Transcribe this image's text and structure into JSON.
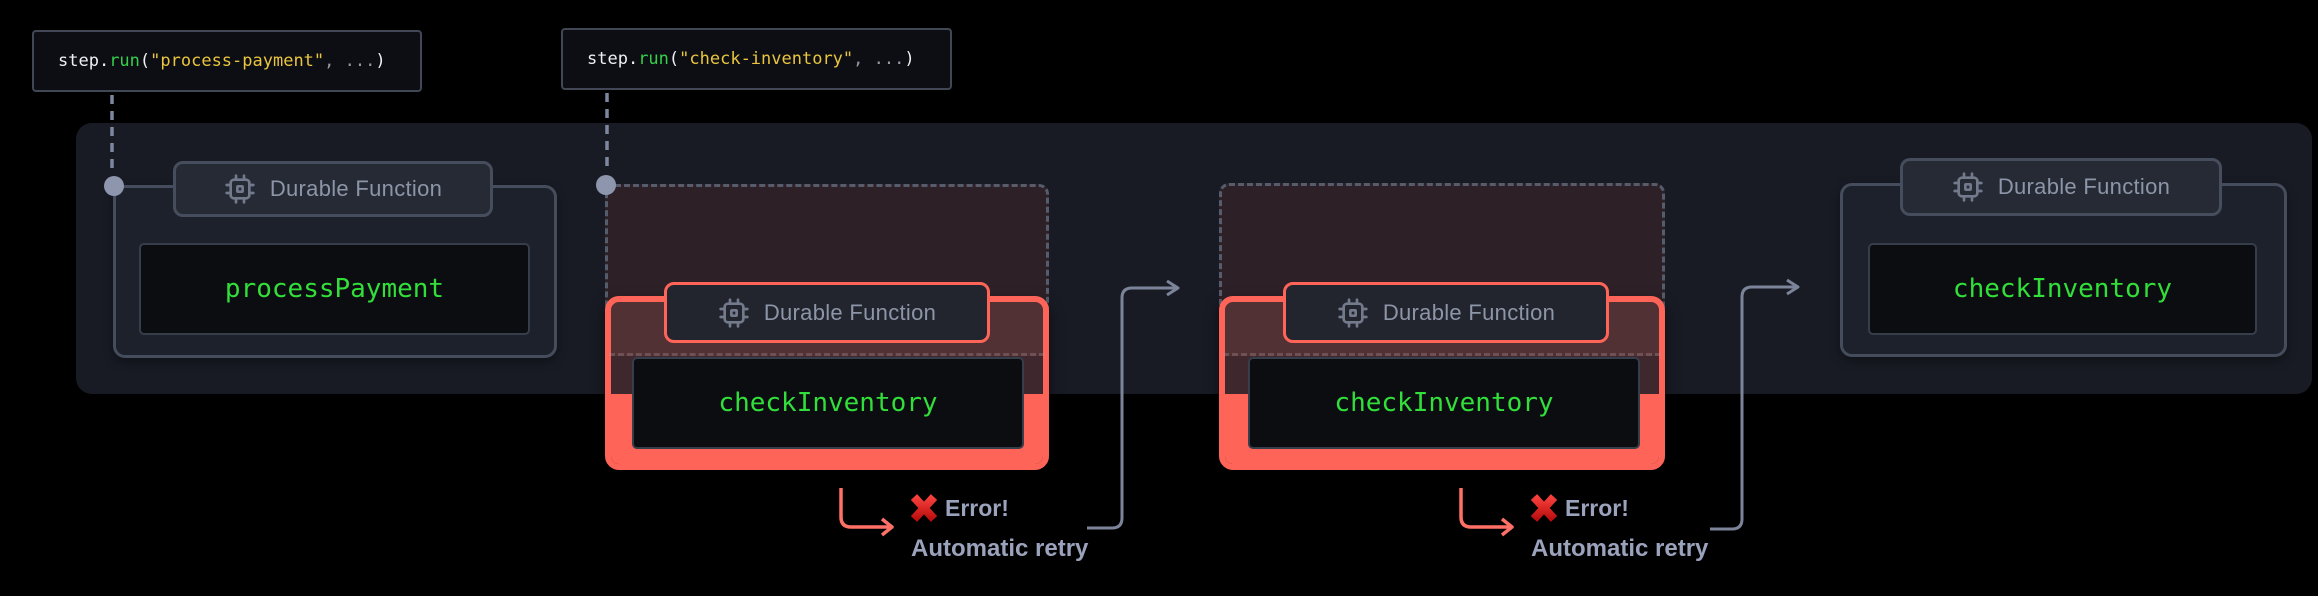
{
  "callouts": [
    {
      "obj": "step.",
      "fn": "run",
      "open": "(",
      "str": "\"process-payment\"",
      "rest": ", ...",
      "close": ")"
    },
    {
      "obj": "step.",
      "fn": "run",
      "open": "(",
      "str": "\"check-inventory\"",
      "rest": ", ...",
      "close": ")"
    }
  ],
  "groups": [
    {
      "badge": "Durable Function",
      "fn": "processPayment",
      "state": "normal"
    },
    {
      "badge": "Durable Function",
      "fn": "checkInventory",
      "state": "error-retry"
    },
    {
      "badge": "Durable Function",
      "fn": "checkInventory",
      "state": "error-retry"
    },
    {
      "badge": "Durable Function",
      "fn": "checkInventory",
      "state": "normal"
    }
  ],
  "annotations": [
    {
      "error": "Error!",
      "retry": "Automatic retry"
    },
    {
      "error": "Error!",
      "retry": "Automatic retry"
    }
  ],
  "icons": {
    "badge_icon": "cpu-chip-icon",
    "error_icon": "red-x-cross-icon",
    "connector_icon": "dot-with-dashed-tail"
  },
  "colors": {
    "canvas": "#000000",
    "band": "#181b24",
    "card": "#1d212b",
    "card_border": "#454c5b",
    "badge_bg": "#262a35",
    "badge_border": "#464d5d",
    "muted_text": "#8d95a8",
    "inner_box": "#0b0d11",
    "inner_border": "#363d4b",
    "fn_green": "#32df3a",
    "accent_red": "#ff6459",
    "ghost_fill": "#2d2127",
    "ghost_border": "#565c6b",
    "code_string_gold": "#eac53f",
    "code_fn_green": "#35cf4a",
    "code_plain": "#eef0f4",
    "code_dim": "#939aa7",
    "annotation_text": "#9aa2bc",
    "arrow_gray": "#7c8499",
    "error_x_red": "#d81f1f",
    "connector_gray": "#8d96ad"
  }
}
